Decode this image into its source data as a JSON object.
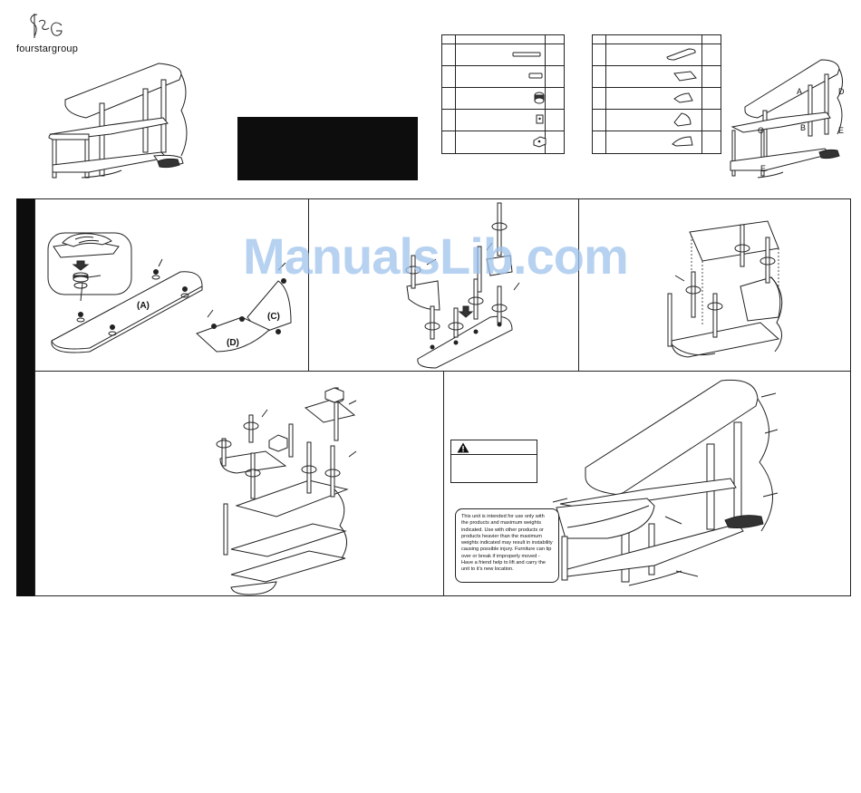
{
  "brand": {
    "logo_monogram": "fsg",
    "logo_text": "fourstargroup"
  },
  "side_banner": {
    "title": "ASSEMBLY INSTRUCTIONS"
  },
  "watermark": {
    "text": "ManualsLib.com"
  },
  "overview_labels": [
    "A",
    "B",
    "C",
    "D",
    "E",
    "E"
  ],
  "step1_labels": {
    "board_a": "(A)",
    "board_c": "(C)",
    "board_d": "(D)"
  },
  "colors": {
    "ink": "#222222",
    "black_box": "#0d0d0d",
    "watermark": "#9fc3ec"
  },
  "notice": {
    "text": "This unit is intended for use only with the products and maximum weights indicated. Use with other products or products heavier than the maximum weights indicated may result in instability causing possible injury.  Furniture can tip over or break if improperly moved - Have a friend help to lift and carry the unit to it's new location."
  },
  "icons": [
    "warning-icon",
    "hand-press-icon",
    "arrow-down-icon"
  ]
}
